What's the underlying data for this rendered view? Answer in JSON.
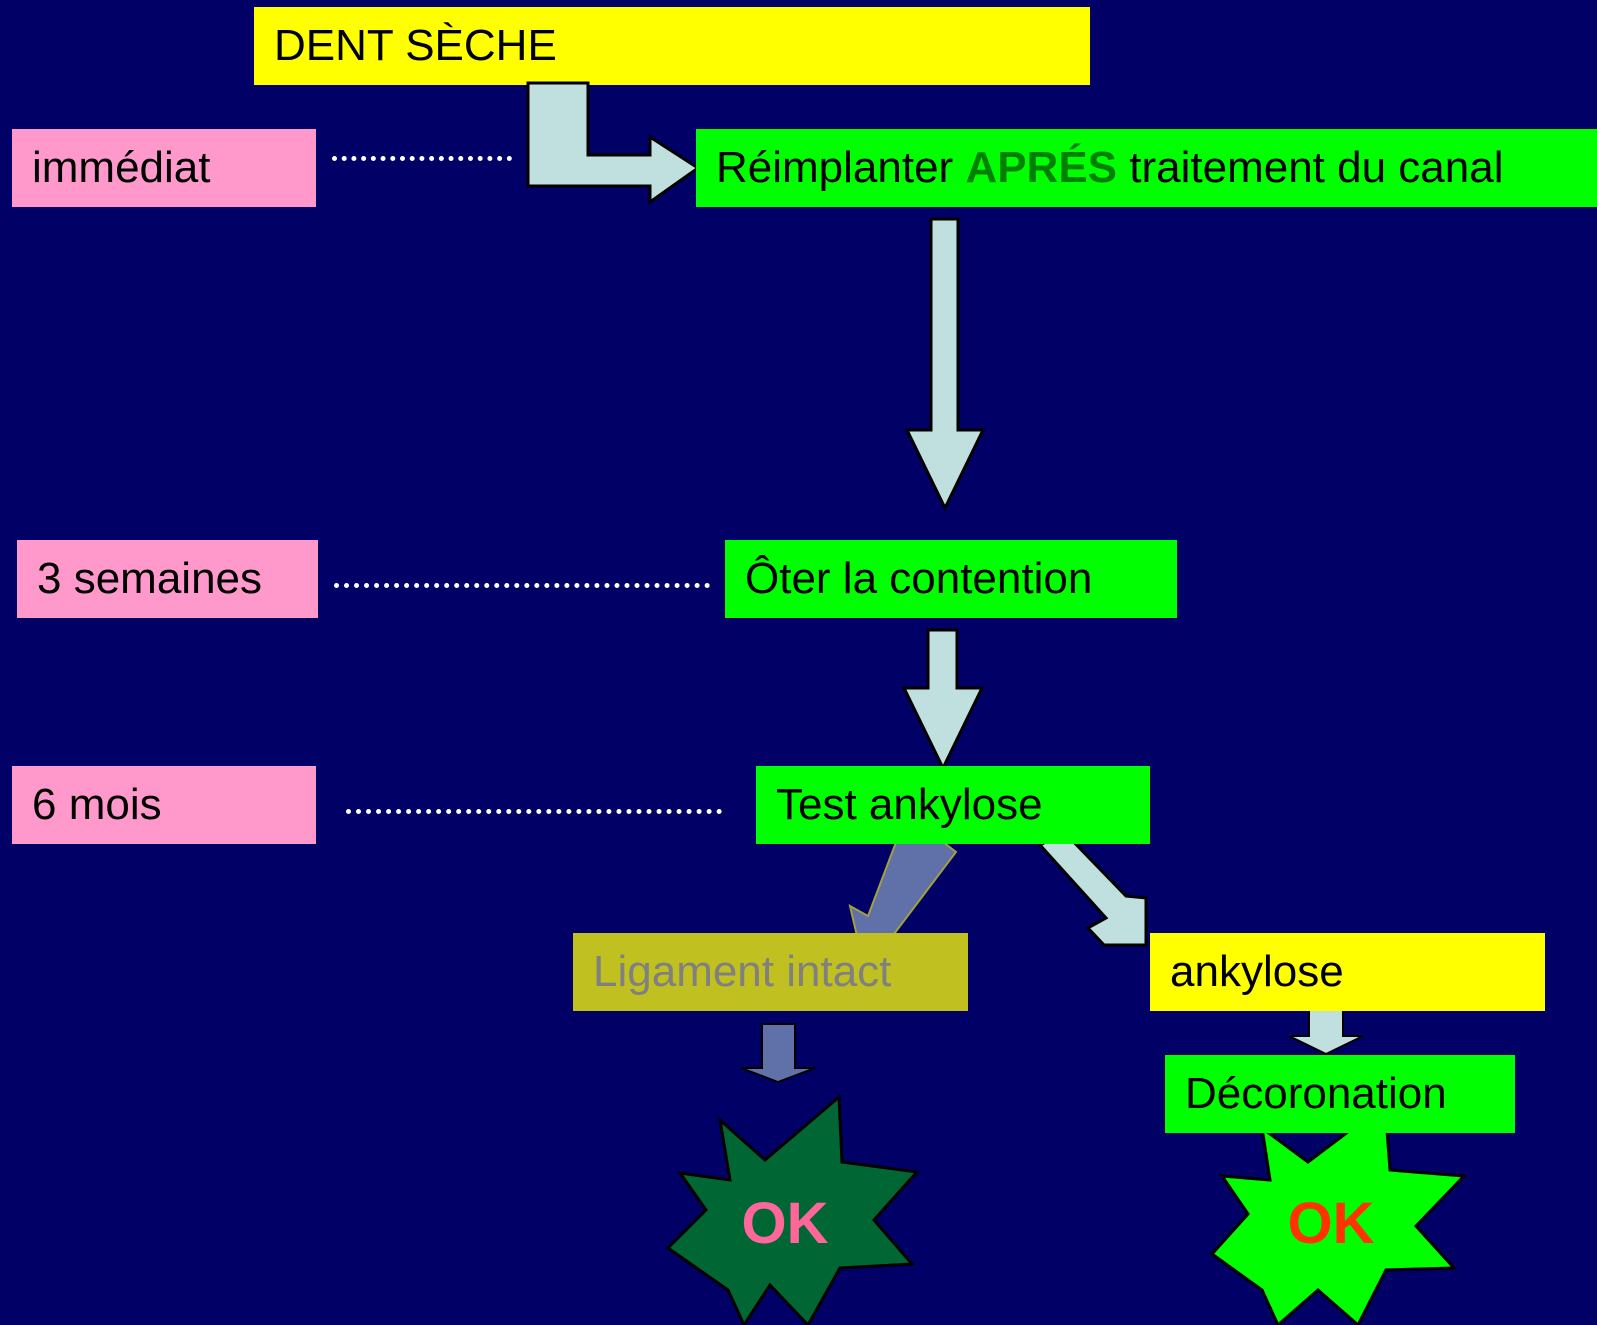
{
  "title": "DENT SÈCHE",
  "timeline": {
    "immediate": "immédiat",
    "three_weeks": "3 semaines",
    "six_months": "6 mois"
  },
  "steps": {
    "reimplant": {
      "before": "Réimplanter ",
      "emphasis": "APRÉS",
      "after": " traitement du canal"
    },
    "remove_splint": "Ôter la contention",
    "ankylosis_test": "Test ankylose",
    "ligament_intact": "Ligament intact",
    "ankylosis": "ankylose",
    "decoronation": "Décoronation"
  },
  "outcomes": {
    "left": "OK",
    "right": "OK"
  },
  "colors": {
    "background": "#000066",
    "pink": "#ff99cc",
    "green": "#00ff00",
    "yellow": "#ffff00",
    "arrow": "#c0e0e0",
    "arrow_dim": "#6070a8",
    "star_dark": "#006633",
    "star_bright": "#00ff00",
    "ok_left": "#ff6699",
    "ok_right": "#ff3300"
  }
}
